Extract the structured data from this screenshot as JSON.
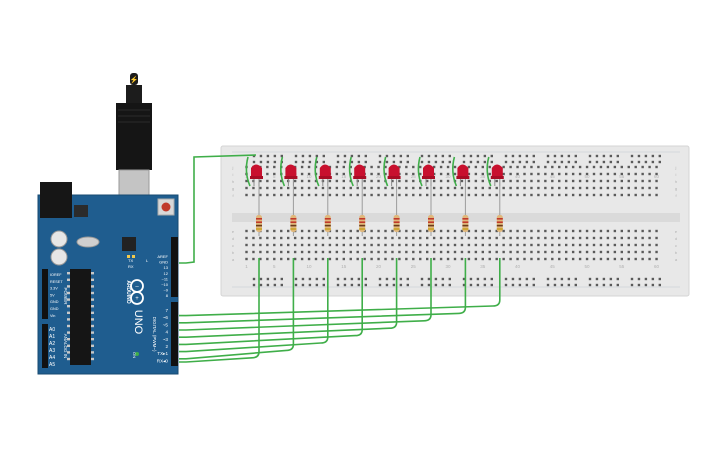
{
  "arduino": {
    "logo": "ARDUINO",
    "model": "UNO",
    "on_label": "ON",
    "tx_label": "TX",
    "rx_label": "RX",
    "l_label": "L",
    "power_title": "POWER",
    "analog_title": "ANALOG IN",
    "digital_title": "DIGITAL (PWM~)",
    "power_pins": [
      "IOREF",
      "RESET",
      "3.3V",
      "5V",
      "GND",
      "GND",
      "Vin"
    ],
    "analog_pins": [
      "A0",
      "A1",
      "A2",
      "A3",
      "A4",
      "A5"
    ],
    "top_header_pins": [
      "AREF",
      "GND",
      "13",
      "12",
      "~11",
      "~10",
      "~9",
      "8"
    ],
    "lower_header_pins": [
      "7",
      "~6",
      "~5",
      "4",
      "~3",
      "2",
      "TX▸1",
      "RX◂0"
    ]
  },
  "breadboard": {
    "column_numbers": [
      "1",
      "5",
      "10",
      "15",
      "20",
      "25",
      "30",
      "35",
      "40",
      "45",
      "50",
      "55",
      "60"
    ],
    "row_letters_top": [
      "j",
      "i",
      "h",
      "g",
      "f"
    ],
    "row_letters_bottom": [
      "e",
      "d",
      "c",
      "b",
      "a"
    ]
  },
  "components": {
    "led_count": 8,
    "resistor_count": 8,
    "led_color": "#c8102e",
    "wire_color": "#3fae49",
    "board_color": "#1f5d8f",
    "breadboard_color": "#e9e9e9"
  }
}
